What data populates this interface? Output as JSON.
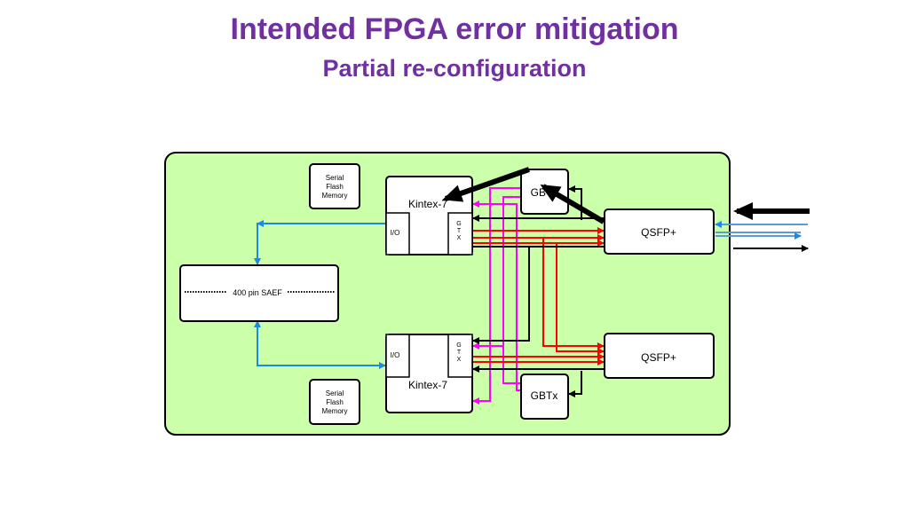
{
  "slide": {
    "title": "Intended FPGA error mitigation",
    "subtitle": "Partial re-configuration"
  },
  "diagram": {
    "flash_top": [
      "Serial",
      "Flash",
      "Memory"
    ],
    "flash_bottom": [
      "Serial",
      "Flash",
      "Memory"
    ],
    "fpga_top": {
      "name": "Kintex-7",
      "io": "I/O",
      "gtx": [
        "G",
        "T",
        "X"
      ]
    },
    "fpga_bottom": {
      "name": "Kintex-7",
      "io": "I/O",
      "gtx": [
        "G",
        "T",
        "X"
      ]
    },
    "saef": "400 pin SAEF",
    "gbtx_top": "GBTx",
    "gbtx_bottom": "GBTx",
    "qsfp_top": "QSFP+",
    "qsfp_bottom": "QSFP+",
    "colors": {
      "board": "#ccffaa",
      "magenta": "#ff00ff",
      "red": "#ff0000",
      "blue": "#1e88e5",
      "light_blue": "#5b9bd5",
      "black": "#000000"
    }
  }
}
